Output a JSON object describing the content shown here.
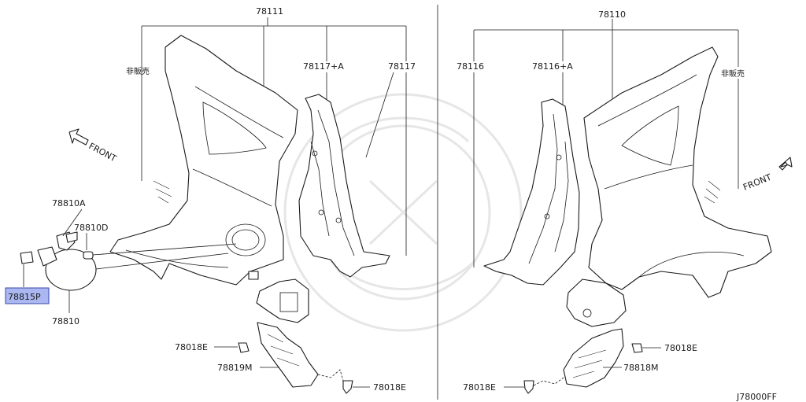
{
  "labels": {
    "left_assembly": "78111",
    "right_assembly": "78110",
    "left_not_for_sale": "非販売",
    "right_not_for_sale": "非販売",
    "left_inner_kit": "78117+A",
    "left_inner": "78117",
    "right_inner": "78116",
    "right_inner_kit": "78116+A",
    "front_left": "FRONT",
    "front_right": "FRONT",
    "fuel_lid_base": "78810A",
    "bumper": "78810D",
    "highlighted_part": "78815P",
    "fuel_lid": "78810",
    "clip_left_upper": "78018E",
    "clip_left_lower": "78018E",
    "clip_right_upper": "78018E",
    "clip_right_lower": "78018E",
    "left_extension": "78819M",
    "right_extension": "78818M",
    "diagram_code": "J78000FF"
  },
  "colors": {
    "highlight": "#aab7f0",
    "line": "#1a1a1a",
    "watermark": "#e6e6e6"
  }
}
